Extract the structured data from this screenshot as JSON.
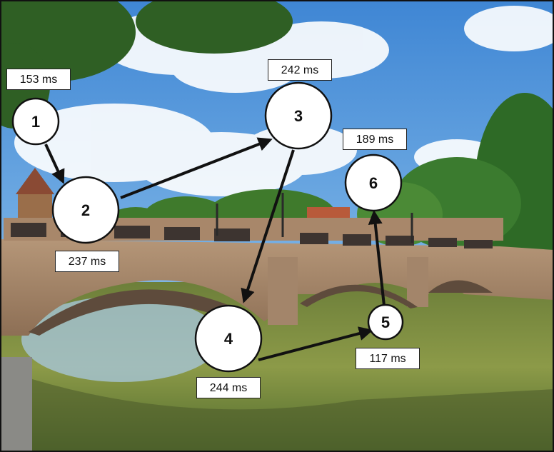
{
  "fixations": [
    {
      "number": "1",
      "duration": "153 ms"
    },
    {
      "number": "2",
      "duration": "237 ms"
    },
    {
      "number": "3",
      "duration": "242 ms"
    },
    {
      "number": "4",
      "duration": "244 ms"
    },
    {
      "number": "5",
      "duration": "117 ms"
    },
    {
      "number": "6",
      "duration": "189 ms"
    }
  ],
  "colors": {
    "sky": "#4a8fd6",
    "foliage": "#3f7a2c",
    "bridge_stone": "#a98a6c",
    "water": "#7a8a3c",
    "marker_fill": "#ffffff",
    "marker_stroke": "#111111",
    "arrow": "#111111"
  }
}
